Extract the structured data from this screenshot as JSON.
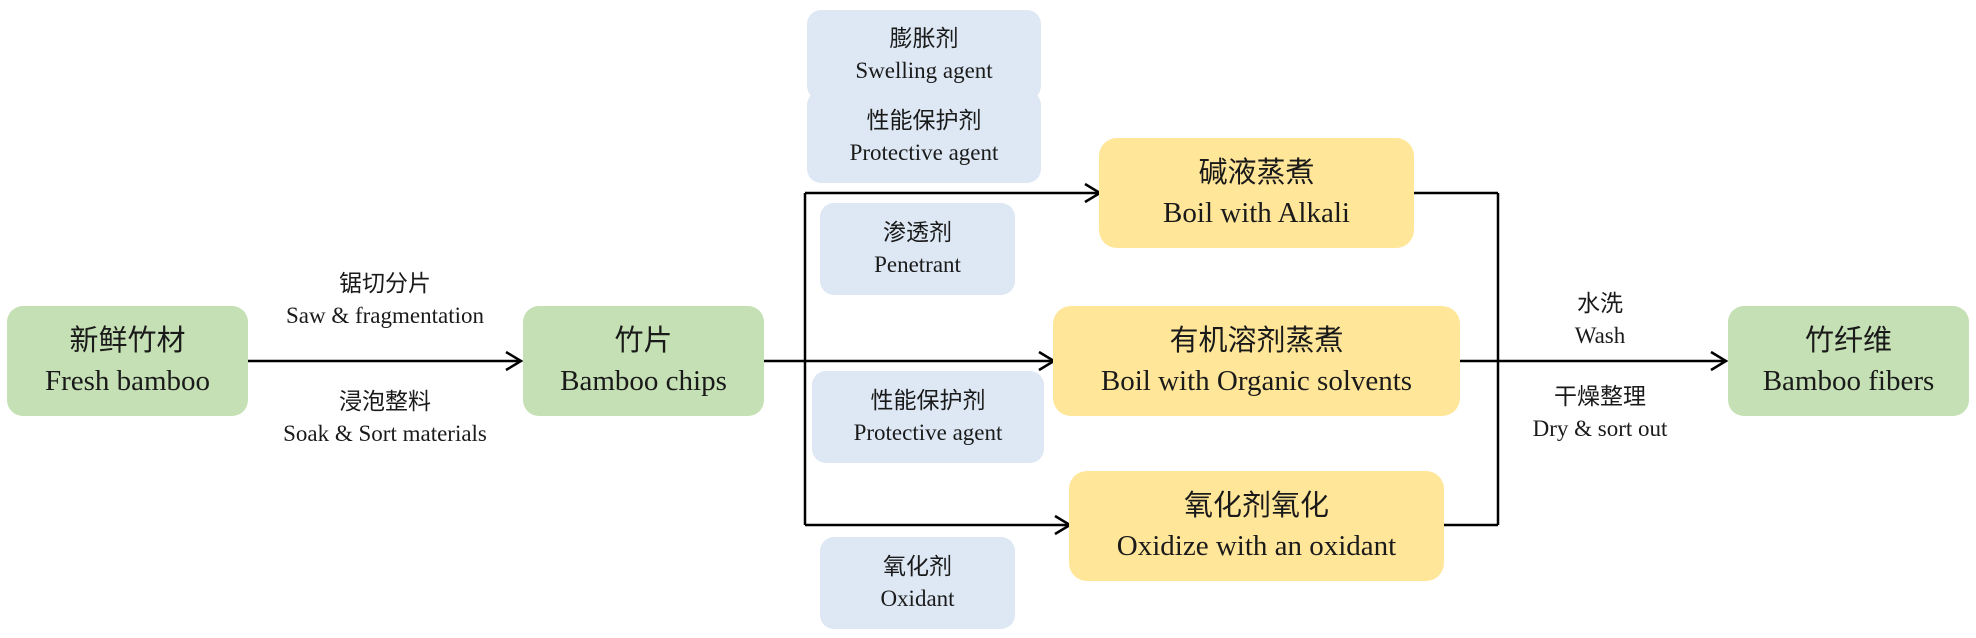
{
  "nodes": {
    "fresh_bamboo": {
      "zh": "新鲜竹材",
      "en": "Fresh bamboo"
    },
    "bamboo_chips": {
      "zh": "竹片",
      "en": "Bamboo chips"
    },
    "boil_alkali": {
      "zh": "碱液蒸煮",
      "en": "Boil with Alkali"
    },
    "boil_organic": {
      "zh": "有机溶剂蒸煮",
      "en": "Boil with Organic solvents"
    },
    "oxidize": {
      "zh": "氧化剂氧化",
      "en": "Oxidize with an oxidant"
    },
    "bamboo_fibers": {
      "zh": "竹纤维",
      "en": "Bamboo fibers"
    }
  },
  "agents": {
    "swelling": {
      "zh": "膨胀剂",
      "en": "Swelling agent"
    },
    "protective_top": {
      "zh": "性能保护剂",
      "en": "Protective agent"
    },
    "penetrant": {
      "zh": "渗透剂",
      "en": "Penetrant"
    },
    "protective_mid": {
      "zh": "性能保护剂",
      "en": "Protective agent"
    },
    "oxidant": {
      "zh": "氧化剂",
      "en": "Oxidant"
    }
  },
  "edge_labels": {
    "saw": {
      "zh": "锯切分片",
      "en": "Saw & fragmentation"
    },
    "soak": {
      "zh": "浸泡整料",
      "en": "Soak & Sort materials"
    },
    "wash": {
      "zh": "水洗",
      "en": "Wash"
    },
    "dry": {
      "zh": "干燥整理",
      "en": "Dry & sort out"
    }
  },
  "colors": {
    "stage_box": "#c5e0b4",
    "process_box": "#ffe699",
    "agent_box": "#dde8f4",
    "line": "#000000"
  }
}
